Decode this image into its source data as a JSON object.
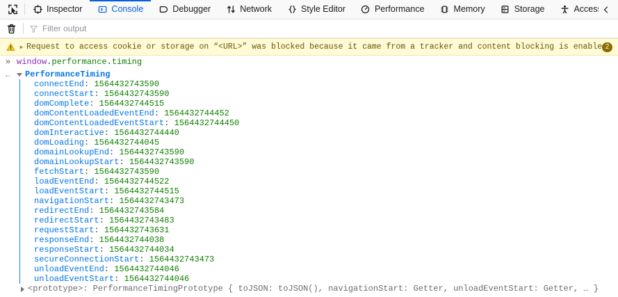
{
  "toolbar": {
    "picker_icon": "element-picker-icon",
    "tabs": [
      {
        "label": "Inspector",
        "icon": "inspector-icon",
        "active": false
      },
      {
        "label": "Console",
        "icon": "console-icon",
        "active": true
      },
      {
        "label": "Debugger",
        "icon": "debugger-icon",
        "active": false
      },
      {
        "label": "Network",
        "icon": "network-icon",
        "active": false
      },
      {
        "label": "Style Editor",
        "icon": "style-editor-icon",
        "active": false
      },
      {
        "label": "Performance",
        "icon": "performance-icon",
        "active": false
      },
      {
        "label": "Memory",
        "icon": "memory-icon",
        "active": false
      },
      {
        "label": "Storage",
        "icon": "storage-icon",
        "active": false
      },
      {
        "label": "Accessibility",
        "icon": "accessibility-icon",
        "active": false
      }
    ],
    "overflow_icon": "chevron-left-icon",
    "accent_color": "#0060df"
  },
  "filter_bar": {
    "clear_icon": "trash-icon",
    "filter_icon": "funnel-icon",
    "placeholder": "Filter output",
    "value": ""
  },
  "console": {
    "warning": {
      "icon": "warning-triangle-icon",
      "expander": "collapsed-arrow-icon",
      "text": "Request to access cookie or storage on “<URL>” was blocked because it came from a tracker and content blocking is enabled.",
      "repeat_badge": "2",
      "background_color": "#fffbd6",
      "text_color": "#6a5305"
    },
    "command": {
      "prompt_icon": "input-chevron-icon",
      "object": "window",
      "dot1": ".",
      "prop1": "performance",
      "dot2": ".",
      "prop2": "timing"
    },
    "result": {
      "prompt_icon": "output-arrow-icon",
      "object_name": "PerformanceTiming",
      "expanded": true,
      "properties": [
        {
          "key": "connectEnd",
          "value": "1564432743590"
        },
        {
          "key": "connectStart",
          "value": "1564432743590"
        },
        {
          "key": "domComplete",
          "value": "1564432744515"
        },
        {
          "key": "domContentLoadedEventEnd",
          "value": "1564432744452"
        },
        {
          "key": "domContentLoadedEventStart",
          "value": "1564432744450"
        },
        {
          "key": "domInteractive",
          "value": "1564432744440"
        },
        {
          "key": "domLoading",
          "value": "1564432744045"
        },
        {
          "key": "domainLookupEnd",
          "value": "1564432743590"
        },
        {
          "key": "domainLookupStart",
          "value": "1564432743590"
        },
        {
          "key": "fetchStart",
          "value": "1564432743590"
        },
        {
          "key": "loadEventEnd",
          "value": "1564432744522"
        },
        {
          "key": "loadEventStart",
          "value": "1564432744515"
        },
        {
          "key": "navigationStart",
          "value": "1564432743473"
        },
        {
          "key": "redirectEnd",
          "value": "1564432743584"
        },
        {
          "key": "redirectStart",
          "value": "1564432743483"
        },
        {
          "key": "requestStart",
          "value": "1564432743631"
        },
        {
          "key": "responseEnd",
          "value": "1564432744038"
        },
        {
          "key": "responseStart",
          "value": "1564432744034"
        },
        {
          "key": "secureConnectionStart",
          "value": "1564432743473"
        },
        {
          "key": "unloadEventEnd",
          "value": "1564432744046"
        },
        {
          "key": "unloadEventStart",
          "value": "1564432744046"
        }
      ],
      "prototype_row": "<prototype>: PerformanceTimingPrototype { toJSON: toJSON(), navigationStart: Getter, unloadEventStart: Getter, … }"
    }
  }
}
